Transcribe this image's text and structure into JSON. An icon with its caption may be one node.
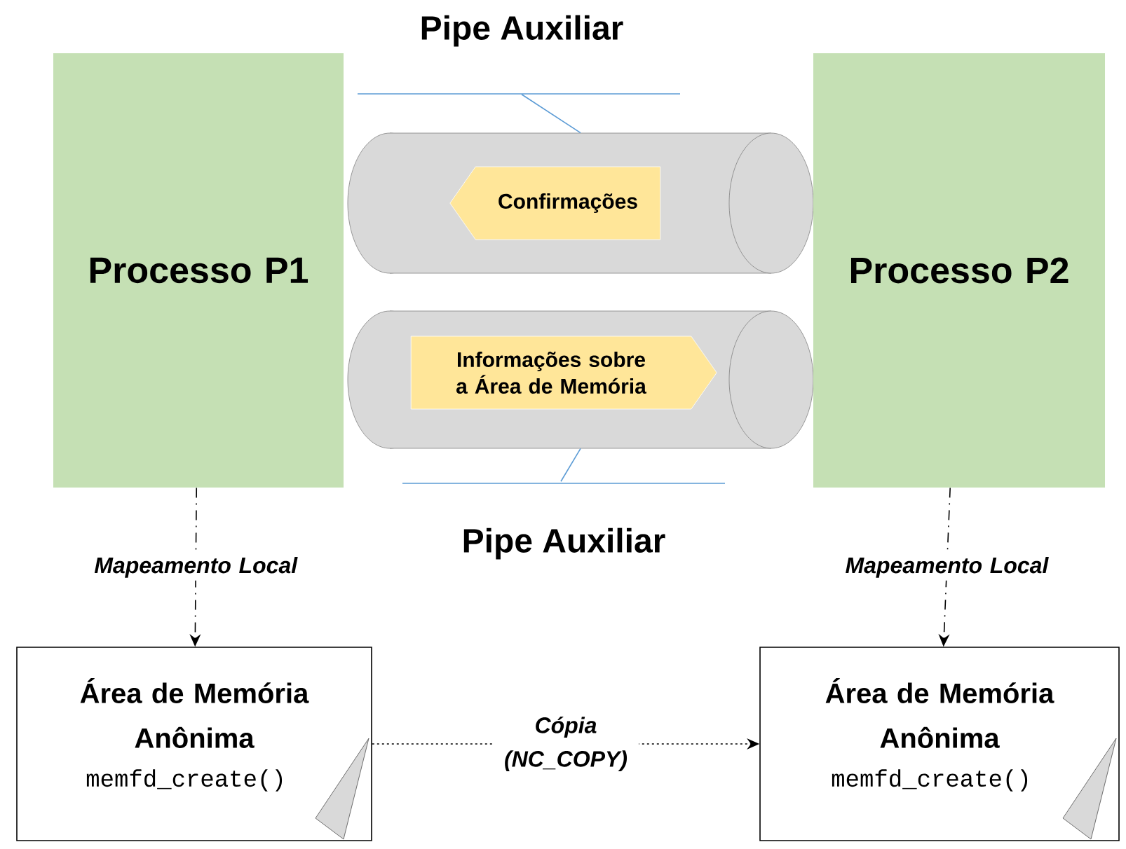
{
  "diagram": {
    "nodes": [
      {
        "text": [
          "Processo P1"
        ]
      },
      {
        "text": [],
        "shape": "cylinder"
      },
      {
        "text": [
          "Confirmações"
        ],
        "in": 1
      },
      {
        "text": [],
        "shape": "cylinder"
      },
      {
        "text": [
          "Informações sobre a Área de Memória"
        ],
        "in": 3
      },
      {
        "text": [
          "Processo P2"
        ]
      },
      {
        "text": [
          "Área de Memória Anônima",
          "memfd_create()"
        ]
      },
      {
        "text": [
          "Área de Memória Anônima",
          "memfd_create()"
        ]
      },
      {
        "text": [
          "Pipe Auxiliar"
        ]
      },
      {
        "text": [
          "Pipe Auxiliar"
        ]
      }
    ],
    "edges": [
      {
        "from": 0,
        "to": 6,
        "arrow": "to",
        "style": "dashed",
        "label": "Mapeamento Local"
      },
      {
        "from": 5,
        "to": 7,
        "arrow": "to",
        "style": "dashed",
        "label": "Mapeamento Local"
      },
      {
        "from": 6,
        "to": 7,
        "arrow": "to",
        "style": "dashed",
        "label": "Cópia (NC_COPY)"
      },
      {
        "from": 8,
        "to": 1,
        "arrow": "none",
        "color": "#5b9bd5"
      },
      {
        "from": 9,
        "to": 3,
        "arrow": "none",
        "color": "#5b9bd5"
      }
    ]
  }
}
